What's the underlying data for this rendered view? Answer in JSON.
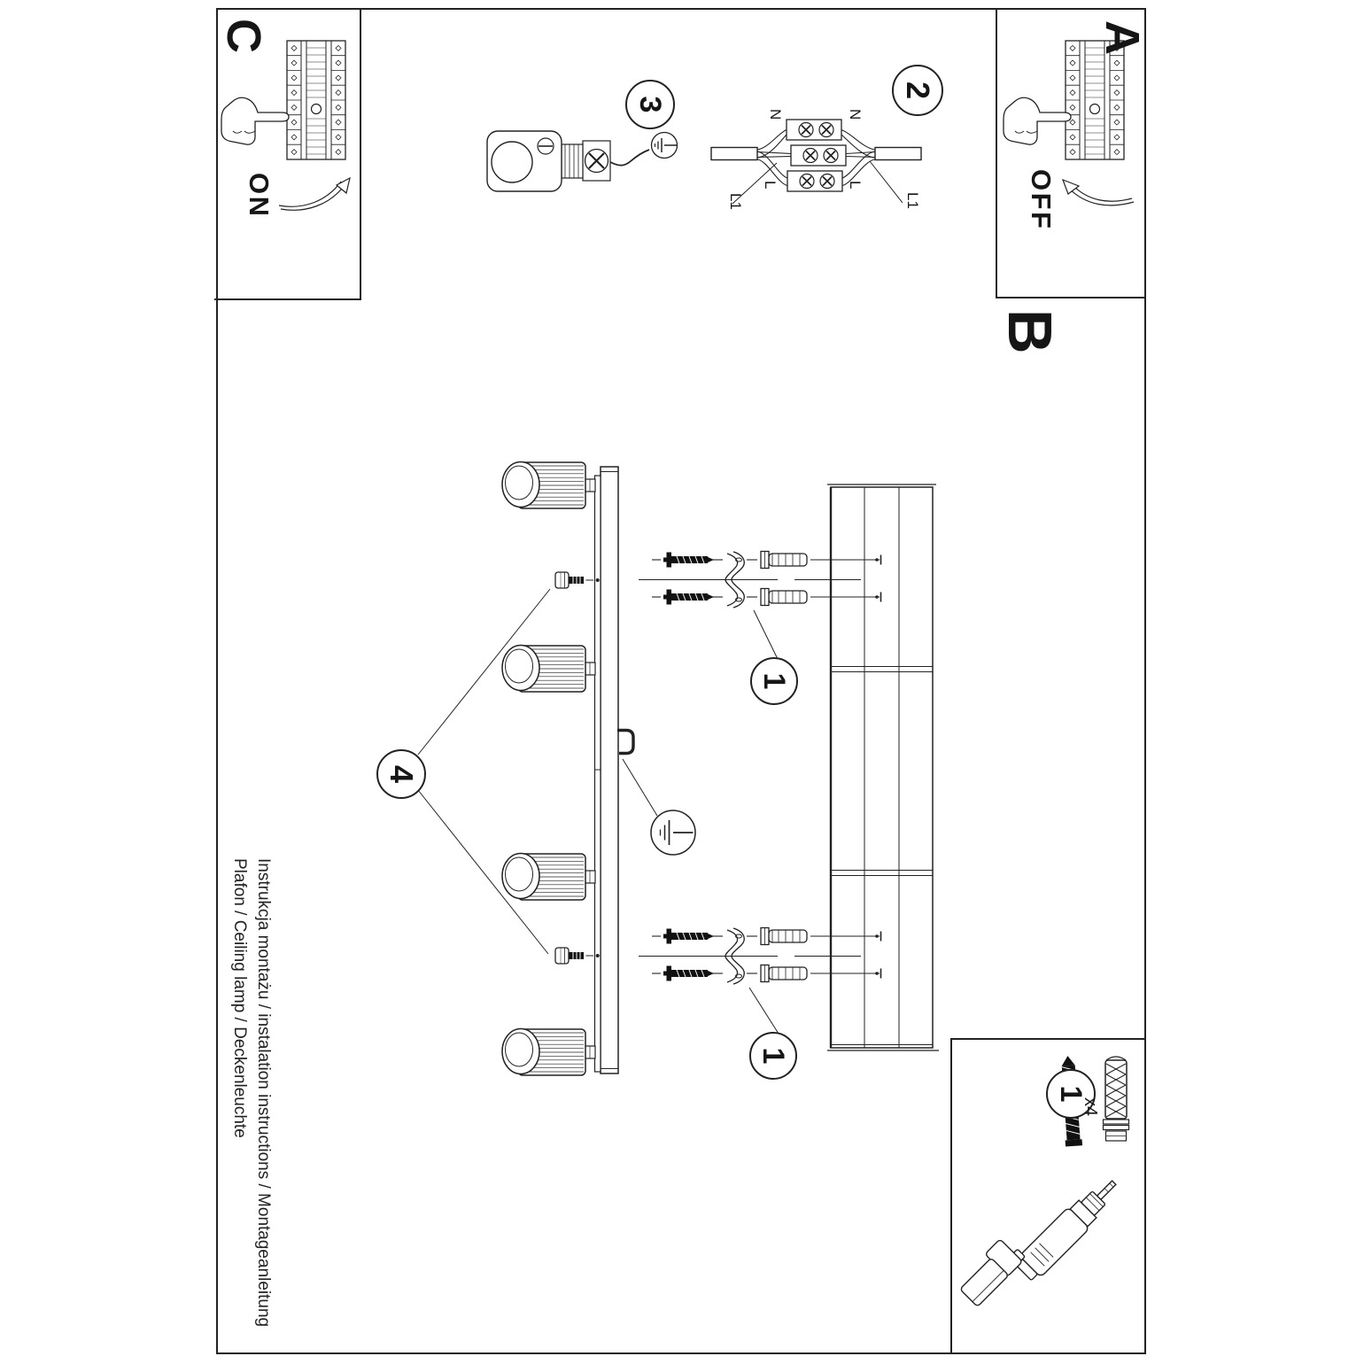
{
  "style": {
    "ink": "#222222",
    "paper": "#ffffff"
  },
  "sections": {
    "a": {
      "letter": "A",
      "label": "OFF"
    },
    "b": {
      "letter": "B"
    },
    "c": {
      "letter": "C",
      "label": "ON"
    },
    "step2": {
      "number": "2",
      "label_n": "N",
      "label_l": "L",
      "label_l1": "L1"
    },
    "step3": {
      "number": "3"
    },
    "step4": {
      "number": "4"
    },
    "mount_callout": {
      "number": "1"
    },
    "kit": {
      "number": "1",
      "quantity": "x4"
    }
  },
  "footer": {
    "line1": "Instrukcja montażu / instalation instructions / Montageanleitung",
    "line2": "Plafon / Ceiling lamp / Deckenleuchte"
  }
}
